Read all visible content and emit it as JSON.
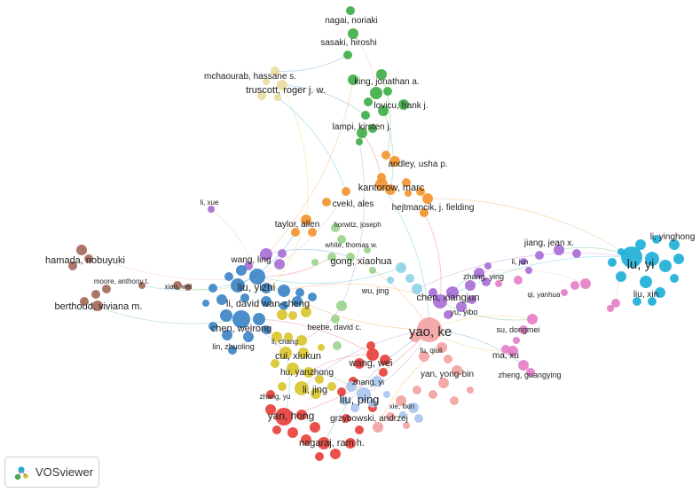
{
  "app_name": "VOSviewer",
  "colors": {
    "red": "#e8413c",
    "green": "#3fae49",
    "blue": "#3d85c6",
    "yellow": "#d9c62f",
    "purple": "#a86fd6",
    "cyan": "#1fb0d8",
    "orange": "#f39530",
    "brown": "#a46a5a",
    "pink": "#e57fc8",
    "salmon": "#f4a3a3",
    "lightblue": "#a9c7ee",
    "lightgreen": "#9bd48f",
    "cream": "#e9dca0",
    "skyblue": "#8fd3e8"
  },
  "labels": {
    "nagai_noriaki": "nagai, noriaki",
    "sasaki_hiroshi": "sasaki, hiroshi",
    "mchaourab": "mchaourab, hassane s.",
    "truscott": "truscott, roger j. w.",
    "king": "king, jonathan a.",
    "lovicu": "lovicu, frank j.",
    "lampi": "lampi, kirsten j.",
    "andley": "andley, usha p.",
    "kantorow": "kantorow, marc",
    "hejtmancik": "hejtmancik, j. fielding",
    "cvekl": "cvekl, ales",
    "li_xue": "li, xue",
    "taylor": "taylor, allen",
    "horwitz": "horwitz, joseph",
    "white": "white, thomas w.",
    "gong": "gong, xiaohua",
    "jiang": "jiang, jean x.",
    "li_yinghong": "li, yinghong",
    "lu_yi": "lu, yi",
    "li_jun": "li, jun",
    "hamada": "hamada, nobuyuki",
    "wang_ling": "wang, ling",
    "moore": "moore, anthony t.",
    "xiao_wei": "xiao, wei",
    "liu_yizhi": "liu, yizhi",
    "zhang_ying": "zhang, ying",
    "chen_xiangjun": "chen, xiangjun",
    "liu_xin": "liu, xin",
    "qi_yanhua": "qi, yanhua",
    "wu_jing": "wu, jing",
    "berthoud": "berthoud, viviana m.",
    "li_david": "li, david wan-cheng",
    "yu_yibo": "yu, yibo",
    "chen_weirong": "chen, weirong",
    "beebe": "beebe, david c.",
    "yao_ke": "yao, ke",
    "su_dongmei": "su, dongmei",
    "li_chang": "li, chang",
    "lin_zhuoling": "lin, zhuoling",
    "cui_xiukun": "cui, xiukun",
    "fu_qiuli": "fu, qiuli",
    "ma_xu": "ma, xu",
    "wang_wei": "wang, wei",
    "hu_yanzhong": "hu, yanzhong",
    "yan_yongbin": "yan, yong-bin",
    "zheng_guangying": "zheng, guangying",
    "zhang_yi": "zhang, yi",
    "li_jing": "li, jing",
    "zhang_yu": "zhang, yu",
    "liu_ping": "liu, ping",
    "xie_lixin": "xie, lixin",
    "yan_hong": "yan, hong",
    "grzybowski": "grzybowski, andrzej",
    "nagaraj": "nagaraj, ram h."
  }
}
